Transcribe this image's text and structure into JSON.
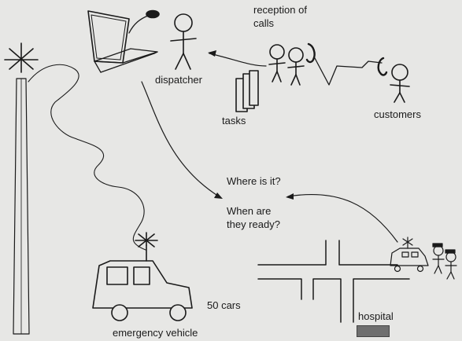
{
  "labels": {
    "reception": "reception of\ncalls",
    "dispatcher": "dispatcher",
    "tasks": "tasks",
    "customers": "customers",
    "where": "Where is it?",
    "when": "When are\nthey ready?",
    "cars": "50 cars",
    "vehicle": "emergency vehicle",
    "hospital": "hospital"
  },
  "colors": {
    "ink": "#1a1a1a",
    "paper": "#e7e7e5",
    "hospital_box": "#6f6f6f"
  },
  "icons": [
    "antenna-tower-icon",
    "computer-terminal-icon",
    "stick-figure-icon",
    "telephone-icon",
    "document-stack-icon",
    "emergency-vehicle-icon",
    "road-map-icon"
  ]
}
